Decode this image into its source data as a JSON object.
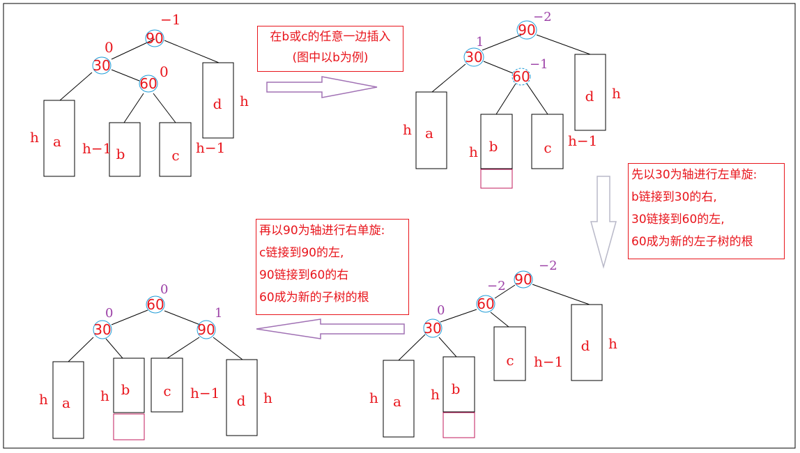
{
  "colors": {
    "red": "#e8141b",
    "purple": "#9b3fa6",
    "node_circle": "#1c9ad6",
    "line": "#000000",
    "arrow": "#a070b4"
  },
  "panel1": {
    "root": "90",
    "root_bf": "−1",
    "left": "30",
    "left_bf": "0",
    "mid": "60",
    "mid_bf": "0",
    "a": "a",
    "b": "b",
    "c": "c",
    "d": "d",
    "h": "h",
    "h1": "h−1"
  },
  "note_insert": {
    "line1": "在b或c的任意一边插入",
    "line2": "(图中以b为例)"
  },
  "panel2": {
    "root": "90",
    "root_bf": "−2",
    "left": "30",
    "left_bf": "1",
    "mid": "60",
    "mid_bf": "−1",
    "a": "a",
    "b": "b",
    "c": "c",
    "d": "d",
    "h": "h",
    "h1": "h−1"
  },
  "note_left_rotate": {
    "lines": [
      "先以30为轴进行左单旋:",
      "b链接到30的右,",
      "30链接到60的左,",
      "60成为新的左子树的根"
    ]
  },
  "panel3": {
    "root": "90",
    "root_bf": "−2",
    "mid": "60",
    "mid_bf": "−2",
    "left": "30",
    "left_bf": "0",
    "a": "a",
    "b": "b",
    "c": "c",
    "d": "d",
    "h": "h",
    "h1": "h−1"
  },
  "note_right_rotate": {
    "lines": [
      "再以90为轴进行右单旋:",
      "c链接到90的左,",
      "90链接到60的右",
      "60成为新的子树的根"
    ]
  },
  "panel4": {
    "root": "60",
    "root_bf": "0",
    "left": "30",
    "left_bf": "0",
    "right": "90",
    "right_bf": "1",
    "a": "a",
    "b": "b",
    "c": "c",
    "d": "d",
    "h": "h",
    "h1": "h−1"
  }
}
